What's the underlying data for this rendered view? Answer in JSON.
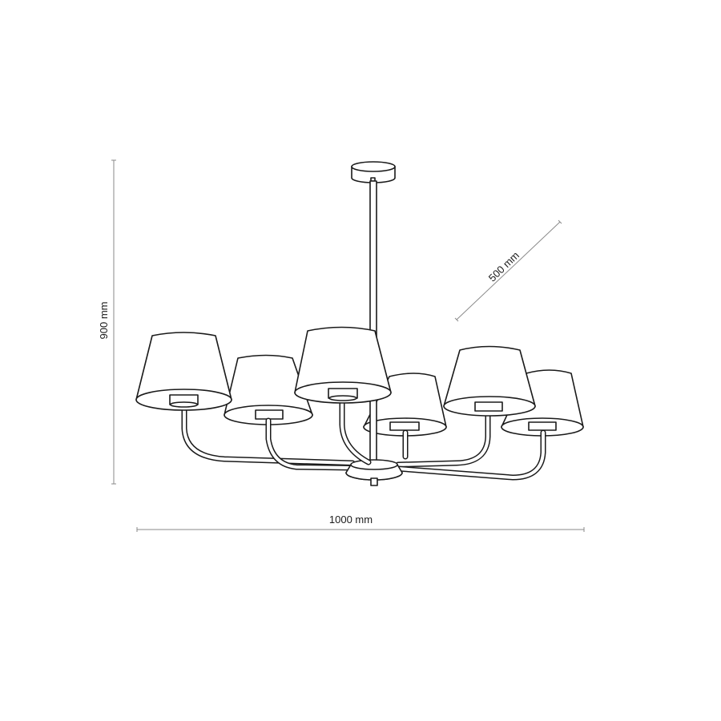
{
  "drawing": {
    "subject": "six-arm chandelier with fabric shades",
    "dimensions": {
      "height": {
        "value": 900,
        "unit": "mm",
        "label": "900 mm"
      },
      "width": {
        "value": 1000,
        "unit": "mm",
        "label": "1000 mm"
      },
      "depth": {
        "value": 500,
        "unit": "mm",
        "label": "500 mm"
      }
    },
    "shade_count": 6,
    "colors": {
      "line": "#1a1a1a",
      "dimension_line": "#8a8a8a",
      "background": "#ffffff"
    }
  }
}
